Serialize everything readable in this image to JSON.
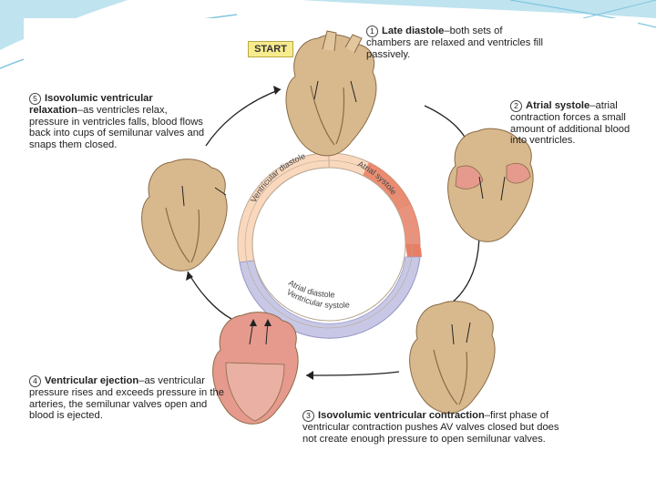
{
  "start_label": "START",
  "steps": [
    {
      "number": "1",
      "title": "Late diastole",
      "text": "both sets of chambers are relaxed and ventricles fill passively."
    },
    {
      "number": "2",
      "title": "Atrial systole",
      "text": "atrial contraction forces a small amount of additional blood into ventricles."
    },
    {
      "number": "3",
      "title": "Isovolumic ventricular contraction",
      "text": "first phase of ventricular contraction pushes AV valves closed but does not create enough pressure to open semilunar valves."
    },
    {
      "number": "4",
      "title": "Ventricular ejection",
      "text": "as ventricular pressure rises and exceeds pressure in the arteries, the semilunar valves open and blood is ejected."
    },
    {
      "number": "5",
      "title": "Isovolumic ventricular relaxation",
      "text": "as ventricles relax, pressure in ventricles falls, blood flows back into cups of semilunar valves and snaps them closed."
    }
  ],
  "ring_labels": {
    "ventricular_diastole": "Ventricular diastole",
    "atrial_systole": "Atrial systole",
    "atrial_diastole": "Atrial diastole",
    "ventricular_systole": "Ventricular systole"
  },
  "colors": {
    "ring_diastole": "#f9d8bd",
    "ring_atrial_systole": "#e97e64",
    "ring_ventricular_systole": "#c8c8e6",
    "heart_tissue": "#d8b98e",
    "heart_contracting": "#e59a8d",
    "slide_accent": "#9fd3e6"
  }
}
